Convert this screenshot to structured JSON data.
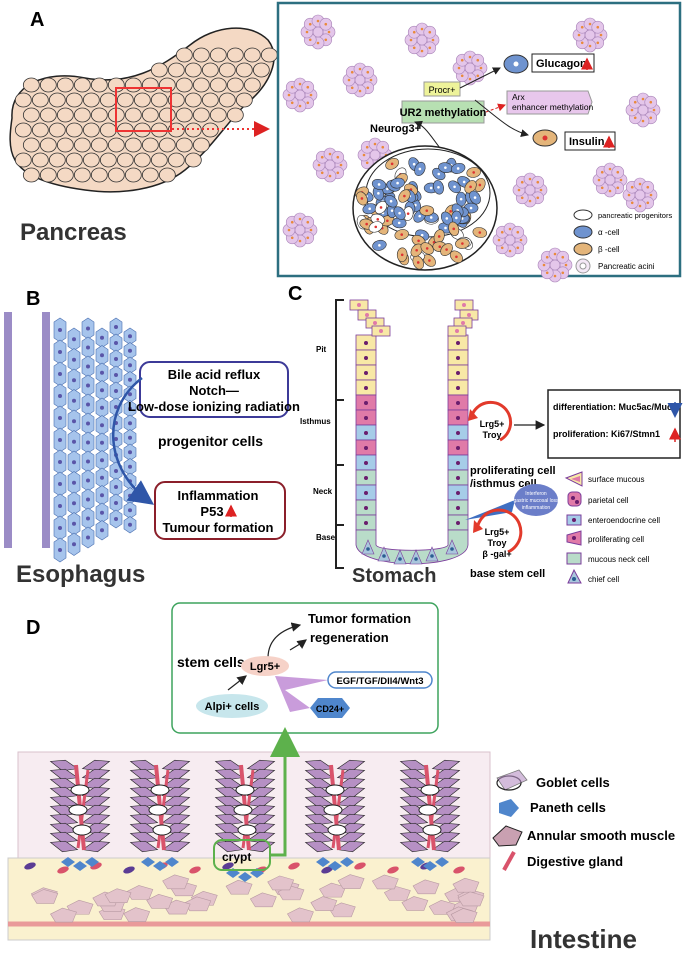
{
  "panel_a": {
    "label": "A",
    "organ": "Pancreas",
    "procr": "Procr+",
    "ur2": "UR2 methylation",
    "neurog3": "Neurog3+",
    "glucagon": "Glucagon",
    "arx_line1": "Arx",
    "arx_line2": "enhancer methylation",
    "insulin": "Insulin",
    "legend": [
      "pancreatic progenitors",
      "α -cell",
      "β -cell",
      "Pancreatic acini"
    ]
  },
  "panel_b": {
    "label": "B",
    "box1_line1": "Bile acid reflux",
    "box1_line2": "Notch—",
    "box1_line3": "Low-dose ionizing radiation",
    "middle": "progenitor cells",
    "box2_line1": "Inflammation",
    "box2_line2": "P53",
    "box2_line3": "Tumour formation",
    "organ": "Esophagus"
  },
  "panel_c": {
    "label": "C",
    "regions": [
      "Pit",
      "Isthmus",
      "Neck",
      "Base"
    ],
    "lrg_top_1": "Lrg5+",
    "lrg_top_2": "Troy",
    "diff": "differentiation: Muc5ac/Muc6",
    "prolif": "proliferation: Ki67/Stmn1",
    "prolif_cell_1": "proliferating cell",
    "prolif_cell_2": "/isthmus cell",
    "interferon_1": "Interferon",
    "interferon_2": "gastric mucosal loss",
    "interferon_3": "inflammation",
    "lrg_bot_1": "Lrg5+",
    "lrg_bot_2": "Troy",
    "lrg_bot_3": "β -gal+",
    "base_stem": "base stem cell",
    "organ": "Stomach",
    "legend": [
      "surface mucous",
      "parietal cell",
      "enteroendocrine cell",
      "proliferating cell",
      "mucous neck cell",
      "chief cell"
    ]
  },
  "panel_d": {
    "label": "D",
    "tumor": "Tumor formation",
    "regen": "regeneration",
    "stem": "stem cells:",
    "lgr5": "Lgr5+",
    "egf": "EGF/TGF/Dll4/Wnt3",
    "alpi": "Alpi+ cells",
    "cd24": "CD24+",
    "crypt": "crypt",
    "legend": [
      "Goblet cells",
      "Paneth cells",
      "Annular smooth muscle",
      "Digestive gland"
    ],
    "organ": "Intestine"
  },
  "colors": {
    "pancreas_fill": "#f4d9c4",
    "alpha": "#6f93cf",
    "beta": "#e4b57a",
    "acini": "#e4c6ea",
    "teal_border": "#2c6f80",
    "stomach_pit": "#f8e8a6",
    "parietal": "#e07aa8",
    "entero": "#a6cce8",
    "mucous_neck": "#b9dcc9",
    "chief": "#a9c6dc",
    "goblet": "#b690c4",
    "paneth": "#4f86cc",
    "esophagus_cell": "#a6c4ec",
    "green": "#5db14c"
  }
}
